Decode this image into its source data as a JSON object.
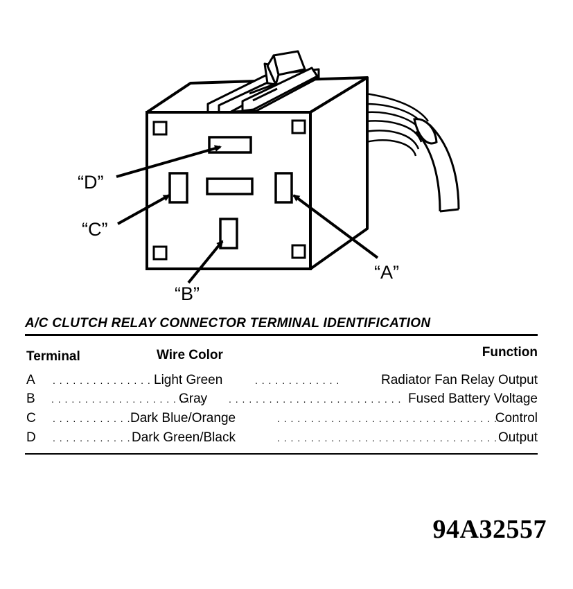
{
  "callouts": {
    "a": "“A”",
    "b": "“B”",
    "c": "“C”",
    "d": "“D”"
  },
  "table": {
    "title": "A/C CLUTCH RELAY CONNECTOR TERMINAL IDENTIFICATION",
    "headers": {
      "terminal": "Terminal",
      "wire_color": "Wire Color",
      "function": "Function"
    },
    "rows": [
      {
        "terminal": "A",
        "wire_color": "Light Green",
        "function": "Radiator Fan Relay Output"
      },
      {
        "terminal": "B",
        "wire_color": "Gray",
        "function": "Fused Battery Voltage"
      },
      {
        "terminal": "C",
        "wire_color": "Dark Blue/Orange",
        "function": "Control"
      },
      {
        "terminal": "D",
        "wire_color": "Dark Green/Black",
        "function": "Output"
      }
    ]
  },
  "figure_code": "94A32557"
}
